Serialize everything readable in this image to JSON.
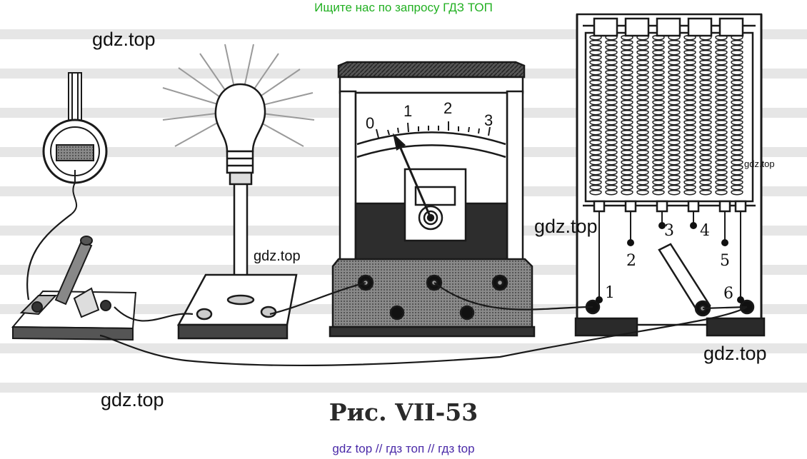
{
  "header": {
    "link_text": "Ищите нас по запросу ГДЗ ТОП"
  },
  "footer": {
    "link_text": "gdz top  //  гдз топ  //  гдз top"
  },
  "watermarks": [
    "gdz.top",
    "gdz.top",
    "gdz.top",
    "gdz.top",
    "gdz.top",
    "gdz.top"
  ],
  "figure": {
    "caption": "Рис.  VII-53",
    "meter_scale": [
      "0",
      "1",
      "2",
      "3"
    ],
    "rheostat_terminals": [
      "1",
      "2",
      "3",
      "4",
      "5",
      "6"
    ]
  },
  "colors": {
    "top_link": "#22b022",
    "bottom_link": "#4a2aa8",
    "ink": "#1a1a1a"
  }
}
